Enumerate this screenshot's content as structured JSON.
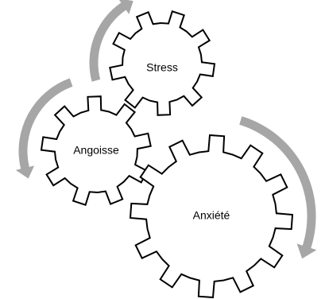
{
  "gears": [
    {
      "id": "stress",
      "label": "Stress"
    },
    {
      "id": "angoisse",
      "label": "Angoisse"
    },
    {
      "id": "anxiete",
      "label": "Anxiété"
    }
  ],
  "colors": {
    "gear_fill": "#ffffff",
    "gear_stroke": "#000000",
    "arrow": "#a6a6a6"
  }
}
